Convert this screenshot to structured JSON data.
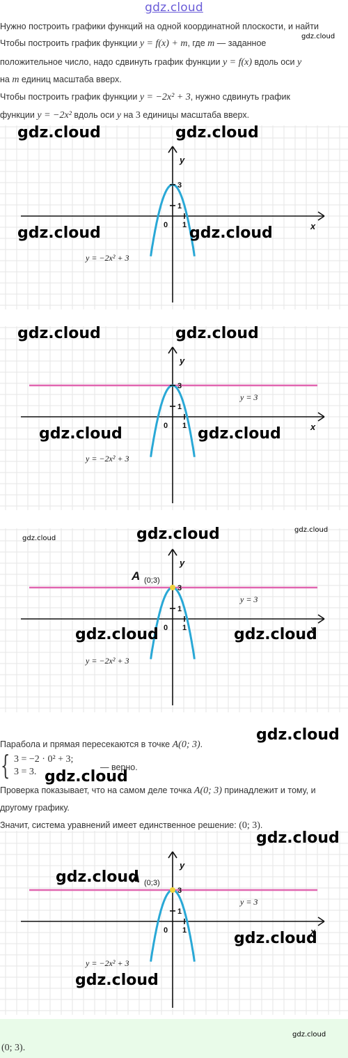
{
  "site_logo": "gdz.cloud",
  "watermark": "gdz.cloud",
  "intro": {
    "line1": "Нужно построить графики функций на одной координатной плоскости, и найти",
    "line2_a": "Чтобы построить график функции ",
    "line2_math": "y = f(x) + m",
    "line2_b": ", где ",
    "line2_m": "m",
    "line2_c": " — заданное",
    "line3_a": "положительное число, надо сдвинуть график функции ",
    "line3_math": "y = f(x)",
    "line3_b": " вдоль оси ",
    "line3_y": "y",
    "line4_a": "на ",
    "line4_m": "m",
    "line4_b": " единиц масштаба вверх.",
    "line5_a": "Чтобы построить график функции ",
    "line5_math": "y = −2x² + 3",
    "line5_b": ", нужно сдвинуть график",
    "line6_a": "функции ",
    "line6_math": "y = −2x²",
    "line6_b": " вдоль оси ",
    "line6_y": "y",
    "line6_c": " на ",
    "line6_3": "3",
    "line6_d": " единицы масштаба вверх."
  },
  "graph_labels": {
    "x_axis": "x",
    "y_axis": "y",
    "origin": "0",
    "tick_x": "1",
    "tick_y": "1",
    "vertex_value": "3",
    "parabola_label": "y = −2x² + 3",
    "line_label": "y = 3",
    "point_name": "A",
    "point_coords": "(0;3)"
  },
  "colors": {
    "grid": "#e6e6e6",
    "parabola": "#29a8d6",
    "line": "#e066b0",
    "point": "#f0d23c",
    "axis": "#111111"
  },
  "conclusion": {
    "intersect_a": "Парабола и прямая пересекаются в точке ",
    "intersect_math": "A(0; 3)",
    "intersect_b": ".",
    "sys_row1": "3 = −2 · 0² + 3;",
    "sys_row2": "3 = 3.",
    "sys_verdict": "— верно.",
    "check_a": "Проверка показывает, что на самом деле точка ",
    "check_math": "A(0; 3)",
    "check_b": " принадлежит и тому, и",
    "check_line2": "другому графику.",
    "result_a": "Значит, система уравнений имеет единственное решение: ",
    "result_math": "(0; 3)",
    "result_b": "."
  },
  "answer": "(0; 3)."
}
